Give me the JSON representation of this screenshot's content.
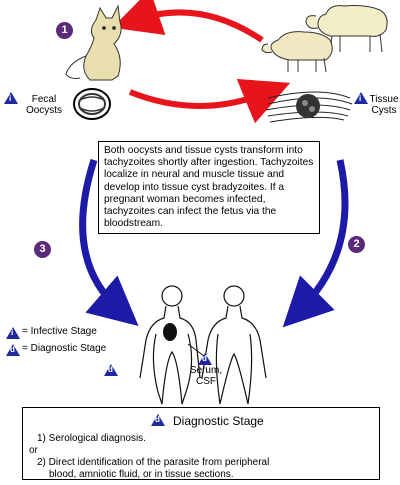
{
  "steps": {
    "step1": "1",
    "step2": "2",
    "step3": "3"
  },
  "hosts": {
    "fecal_oocysts": "Fecal\nOocysts",
    "tissue_cysts": "Tissue\nCysts"
  },
  "stage_markers": {
    "infective": "i",
    "diagnostic": "d"
  },
  "info_text": "Both oocysts and tissue cysts transform into tachyzoites shortly after ingestion. Tachyzoites localize in neural and muscle tissue and develop into tissue cyst bradyzoites. If a pregnant woman becomes infected, tachyzoites can infect the fetus via the bloodstream.",
  "legend": {
    "infective": "= Infective Stage",
    "diagnostic": "= Diagnostic Stage"
  },
  "specimen": "Serum,\nCSF",
  "diagnostic_box": {
    "title": "Diagnostic Stage",
    "line1": "1) Serological diagnosis.",
    "or": "or",
    "line2a": "2) Direct identification of the parasite from peripheral",
    "line2b": "blood, amniotic fluid, or in tissue sections."
  },
  "colors": {
    "red_arrow": "#e8141c",
    "blue_arrow": "#1e1aa8",
    "step_circle": "#5a2b7a",
    "marker_blue": "#1f2aa0"
  }
}
